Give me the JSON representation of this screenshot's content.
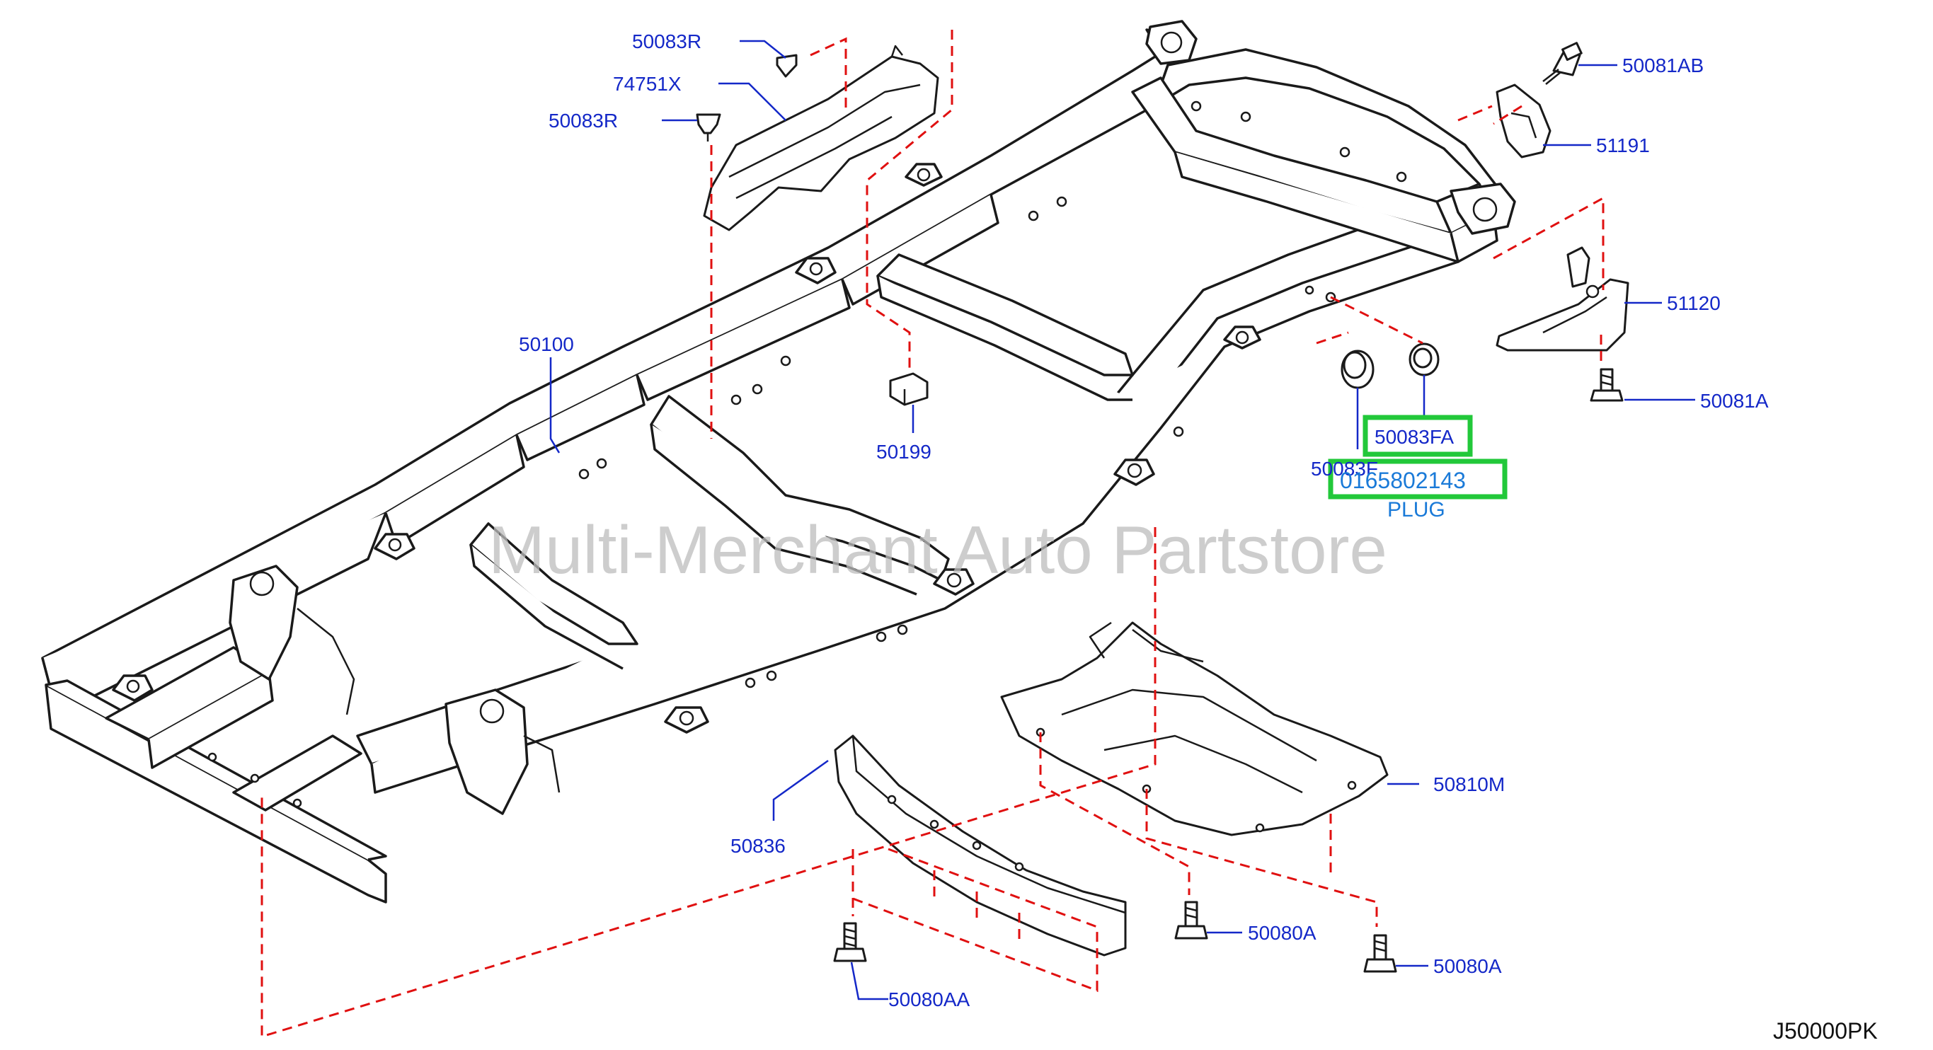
{
  "watermark": "Multi-Merchant Auto Partstore",
  "diagram_code": "J50000PK",
  "labels": {
    "l_50083R_top": "50083R",
    "l_74751X": "74751X",
    "l_50083R_mid": "50083R",
    "l_50100": "50100",
    "l_50199": "50199",
    "l_50081AB": "50081AB",
    "l_51191": "51191",
    "l_51120": "51120",
    "l_50081A": "50081A",
    "l_50083FA": "50083FA",
    "l_50083F": "50083F",
    "l_partnumber": "0165802143",
    "l_plug": "PLUG",
    "l_50810M": "50810M",
    "l_50836": "50836",
    "l_50080A_1": "50080A",
    "l_50080A_2": "50080A",
    "l_50080AA": "50080AA"
  },
  "colors": {
    "label": "#1428c8",
    "highlight_box": "#22c83a",
    "dashed_lines": "#e01010",
    "part_number": "#1a7ad8",
    "watermark": "#bdbdbd"
  }
}
